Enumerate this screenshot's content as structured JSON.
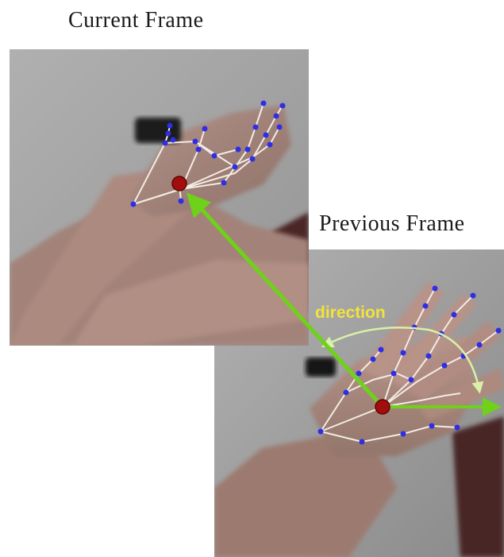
{
  "labels": {
    "current_frame": "Current  Frame",
    "previous_frame": "Previous  Frame",
    "direction": "direction"
  },
  "colors": {
    "background": "#ffffff",
    "keypoint": "#2e2ee6",
    "skeleton_line": "#f3ece4",
    "palm_center": "#a30d0d",
    "motion_arrow": "#6fd11a",
    "direction_arc": "#d8f0a8",
    "direction_text": "#f2e33a"
  },
  "icons": {
    "motion_arrow": "arrow-icon",
    "direction_arc": "curved-double-arrow-icon",
    "palm_center": "circle-marker-icon"
  }
}
